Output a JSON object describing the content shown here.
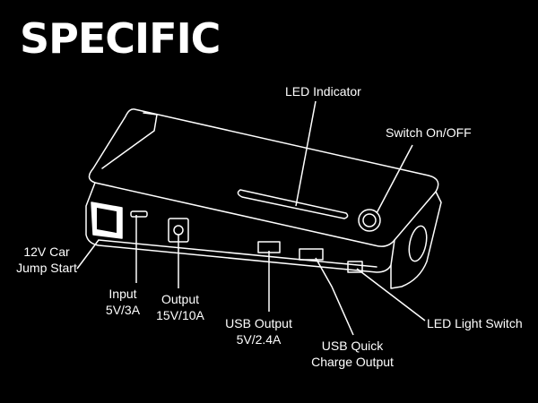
{
  "title": "SPECIFIC",
  "labels": {
    "led_indicator": "LED Indicator",
    "switch": "Switch On/OFF",
    "jump_start_line1": "12V Car",
    "jump_start_line2": "Jump Start",
    "input_line1": "Input",
    "input_line2": "5V/3A",
    "output_line1": "Output",
    "output_line2": "15V/10A",
    "usb_output_line1": "USB Output",
    "usb_output_line2": "5V/2.4A",
    "usb_quick_line1": "USB Quick",
    "usb_quick_line2": "Charge Output",
    "led_light_switch": "LED Light Switch"
  },
  "colors": {
    "background": "#000000",
    "line": "#ffffff"
  }
}
